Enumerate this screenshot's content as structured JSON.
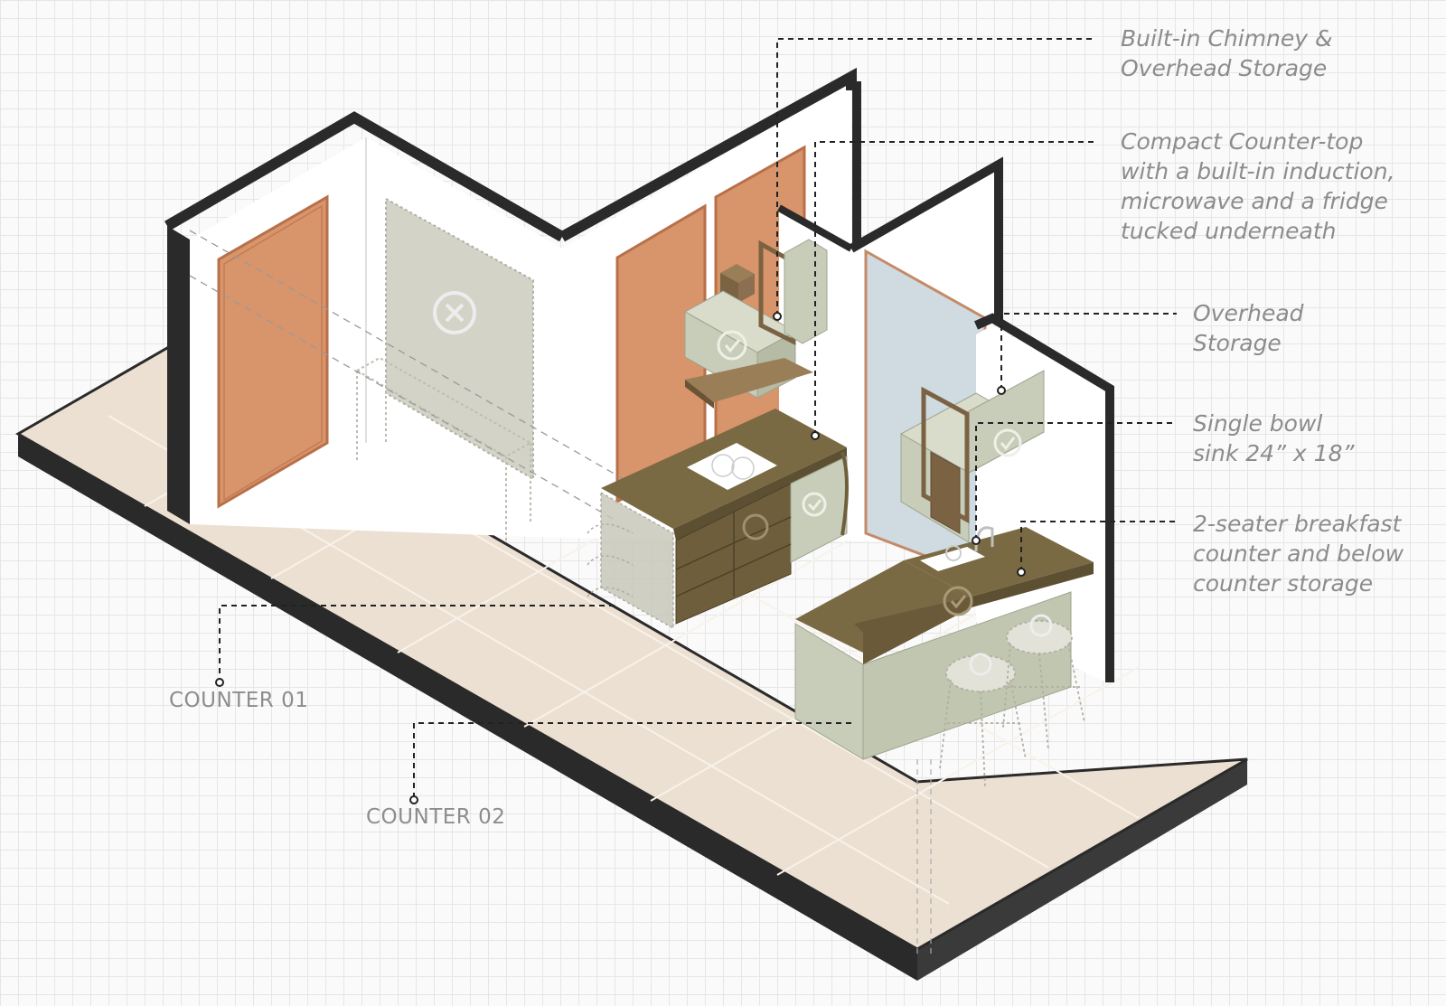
{
  "annotations": {
    "chimney": "Built-in Chimney &\nOverhead Storage",
    "countertop": "Compact Counter-top\nwith a built-in induction,\nmicrowave and a fridge\ntucked underneath",
    "overhead": "Overhead\nStorage",
    "sink": "Single bowl\nsink 24” x 18”",
    "breakfast": "2-seater breakfast\ncounter and below\ncounter storage"
  },
  "counters": {
    "counter_01": "COUNTER 01",
    "counter_02": "COUNTER 02"
  },
  "colors": {
    "wall_edge": "#2a2a2a",
    "floor": "#ece0d2",
    "door": "#d8946a",
    "cabinet": "#c8cdb9",
    "worktop": "#7a6a43",
    "glass": "#cfdbe0",
    "annotation_text": "#8c8c8c"
  }
}
